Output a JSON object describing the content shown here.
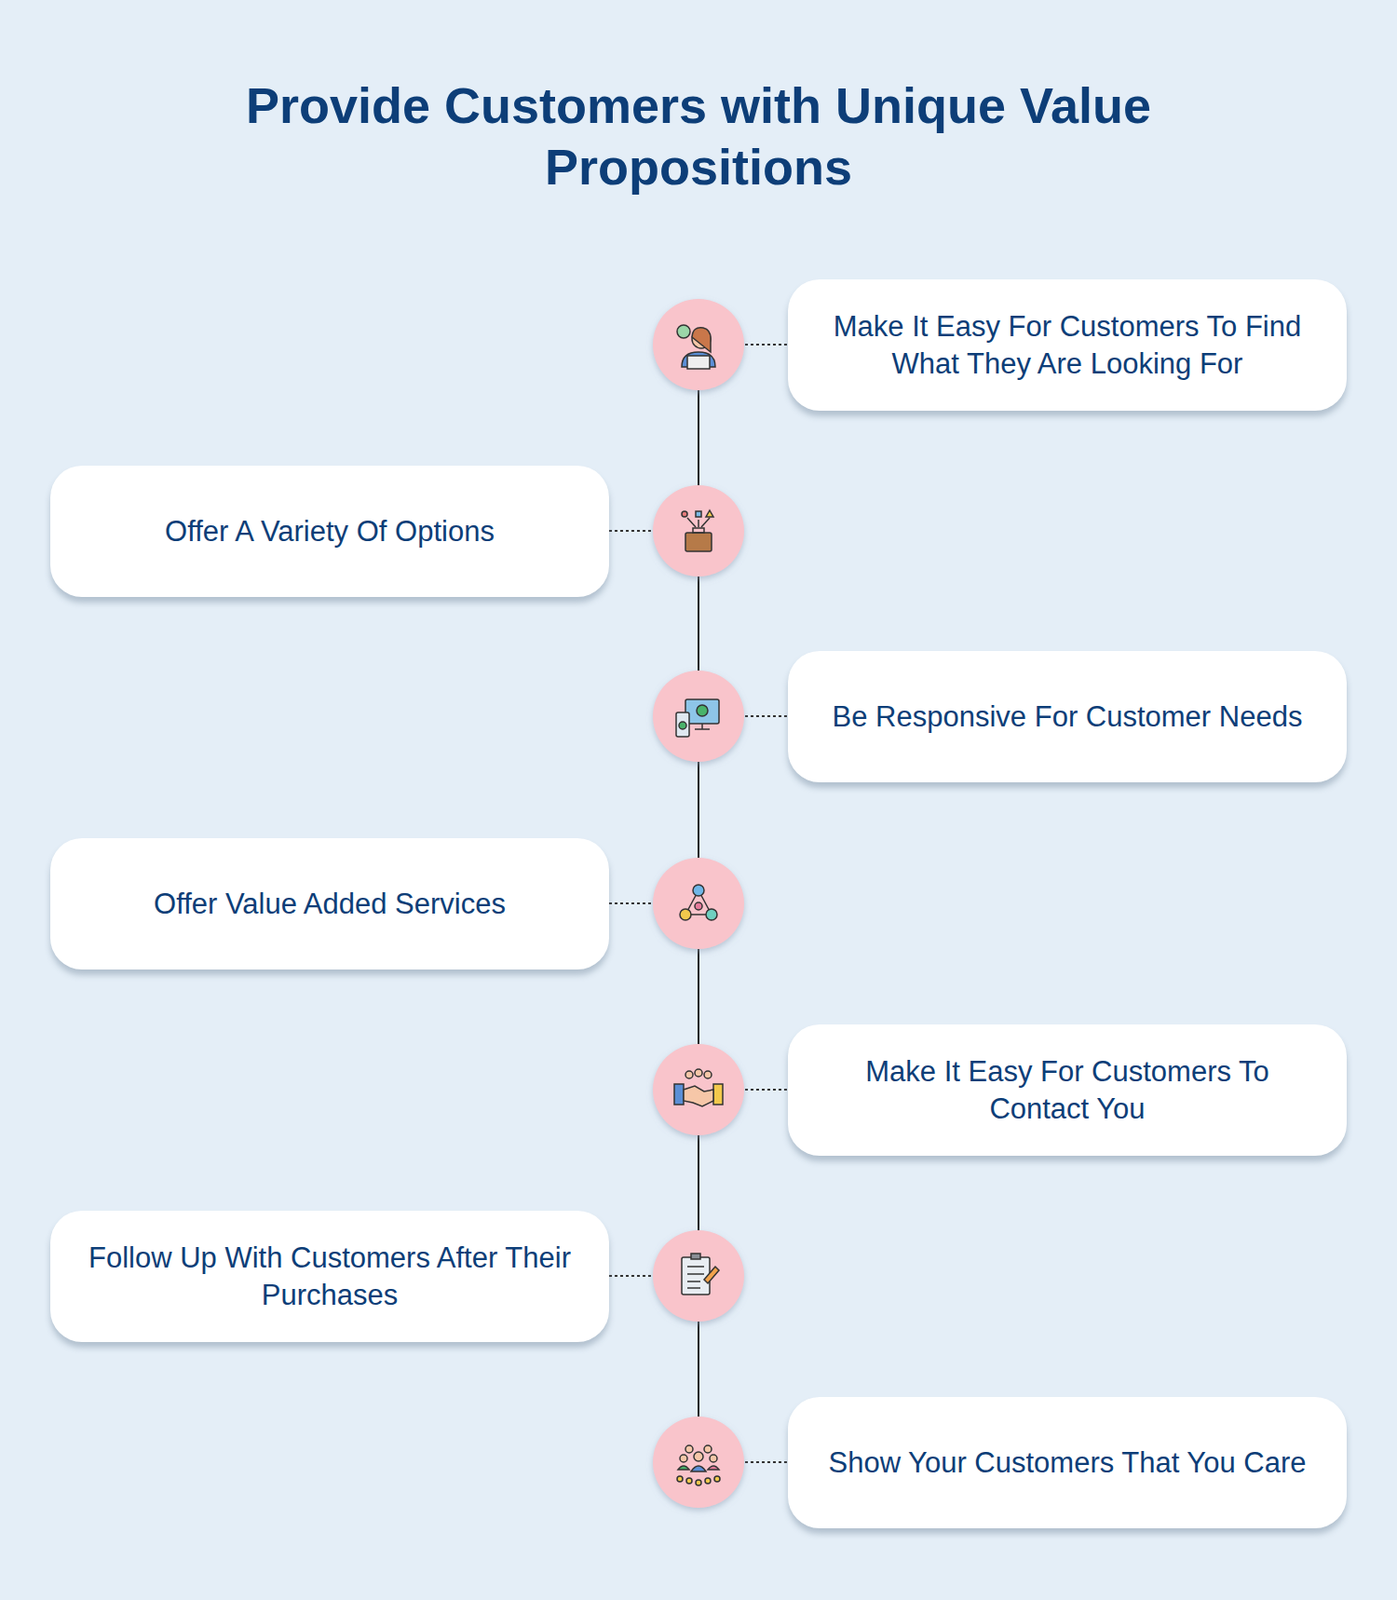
{
  "diagram": {
    "title": "Provide Customers with Unique Value Propositions",
    "nodes": [
      {
        "text": [
          "Make It Easy For Customers To Find What They Are Looking For"
        ]
      },
      {
        "text": [
          "Offer A Variety Of Options"
        ]
      },
      {
        "text": [
          "Be Responsive For Customer Needs"
        ]
      },
      {
        "text": [
          "Offer Value Added Services"
        ]
      },
      {
        "text": [
          "Make It Easy For Customers To Contact You"
        ]
      },
      {
        "text": [
          "Follow Up With Customers After Their Purchases"
        ]
      },
      {
        "text": [
          "Show Your Customers That You Care"
        ]
      }
    ]
  }
}
